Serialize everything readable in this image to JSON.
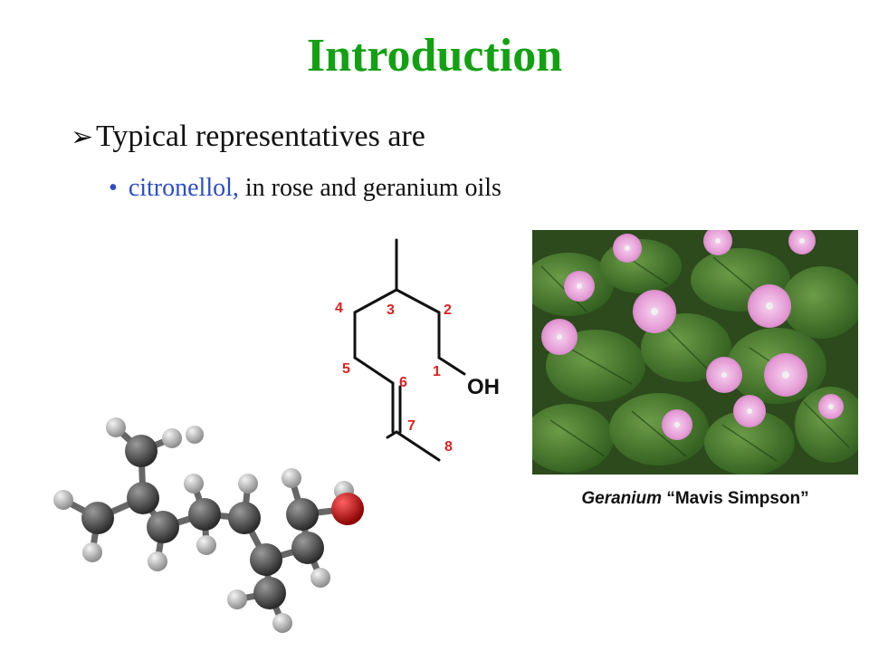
{
  "title": "Introduction",
  "bullets": {
    "level1_marker": "➢",
    "level1_text": "Typical representatives are",
    "level2_dot": "•",
    "level2_term": "citronellol,",
    "level2_text": "in rose and geranium oils"
  },
  "structure": {
    "atom_numbers": [
      "1",
      "2",
      "3",
      "4",
      "5",
      "6",
      "7",
      "8"
    ],
    "hydroxyl_label": "OH",
    "number_color": "#e02020"
  },
  "caption": {
    "genus": "Geranium",
    "cultivar": "“Mavis Simpson”"
  },
  "colors": {
    "title": "#13a113",
    "accent": "#2d4ec6",
    "carbon": "#444444",
    "hydrogen": "#bfbfbf",
    "oxygen": "#c41414",
    "flower": "#e59ad6",
    "leaf": "#3e6e28"
  }
}
